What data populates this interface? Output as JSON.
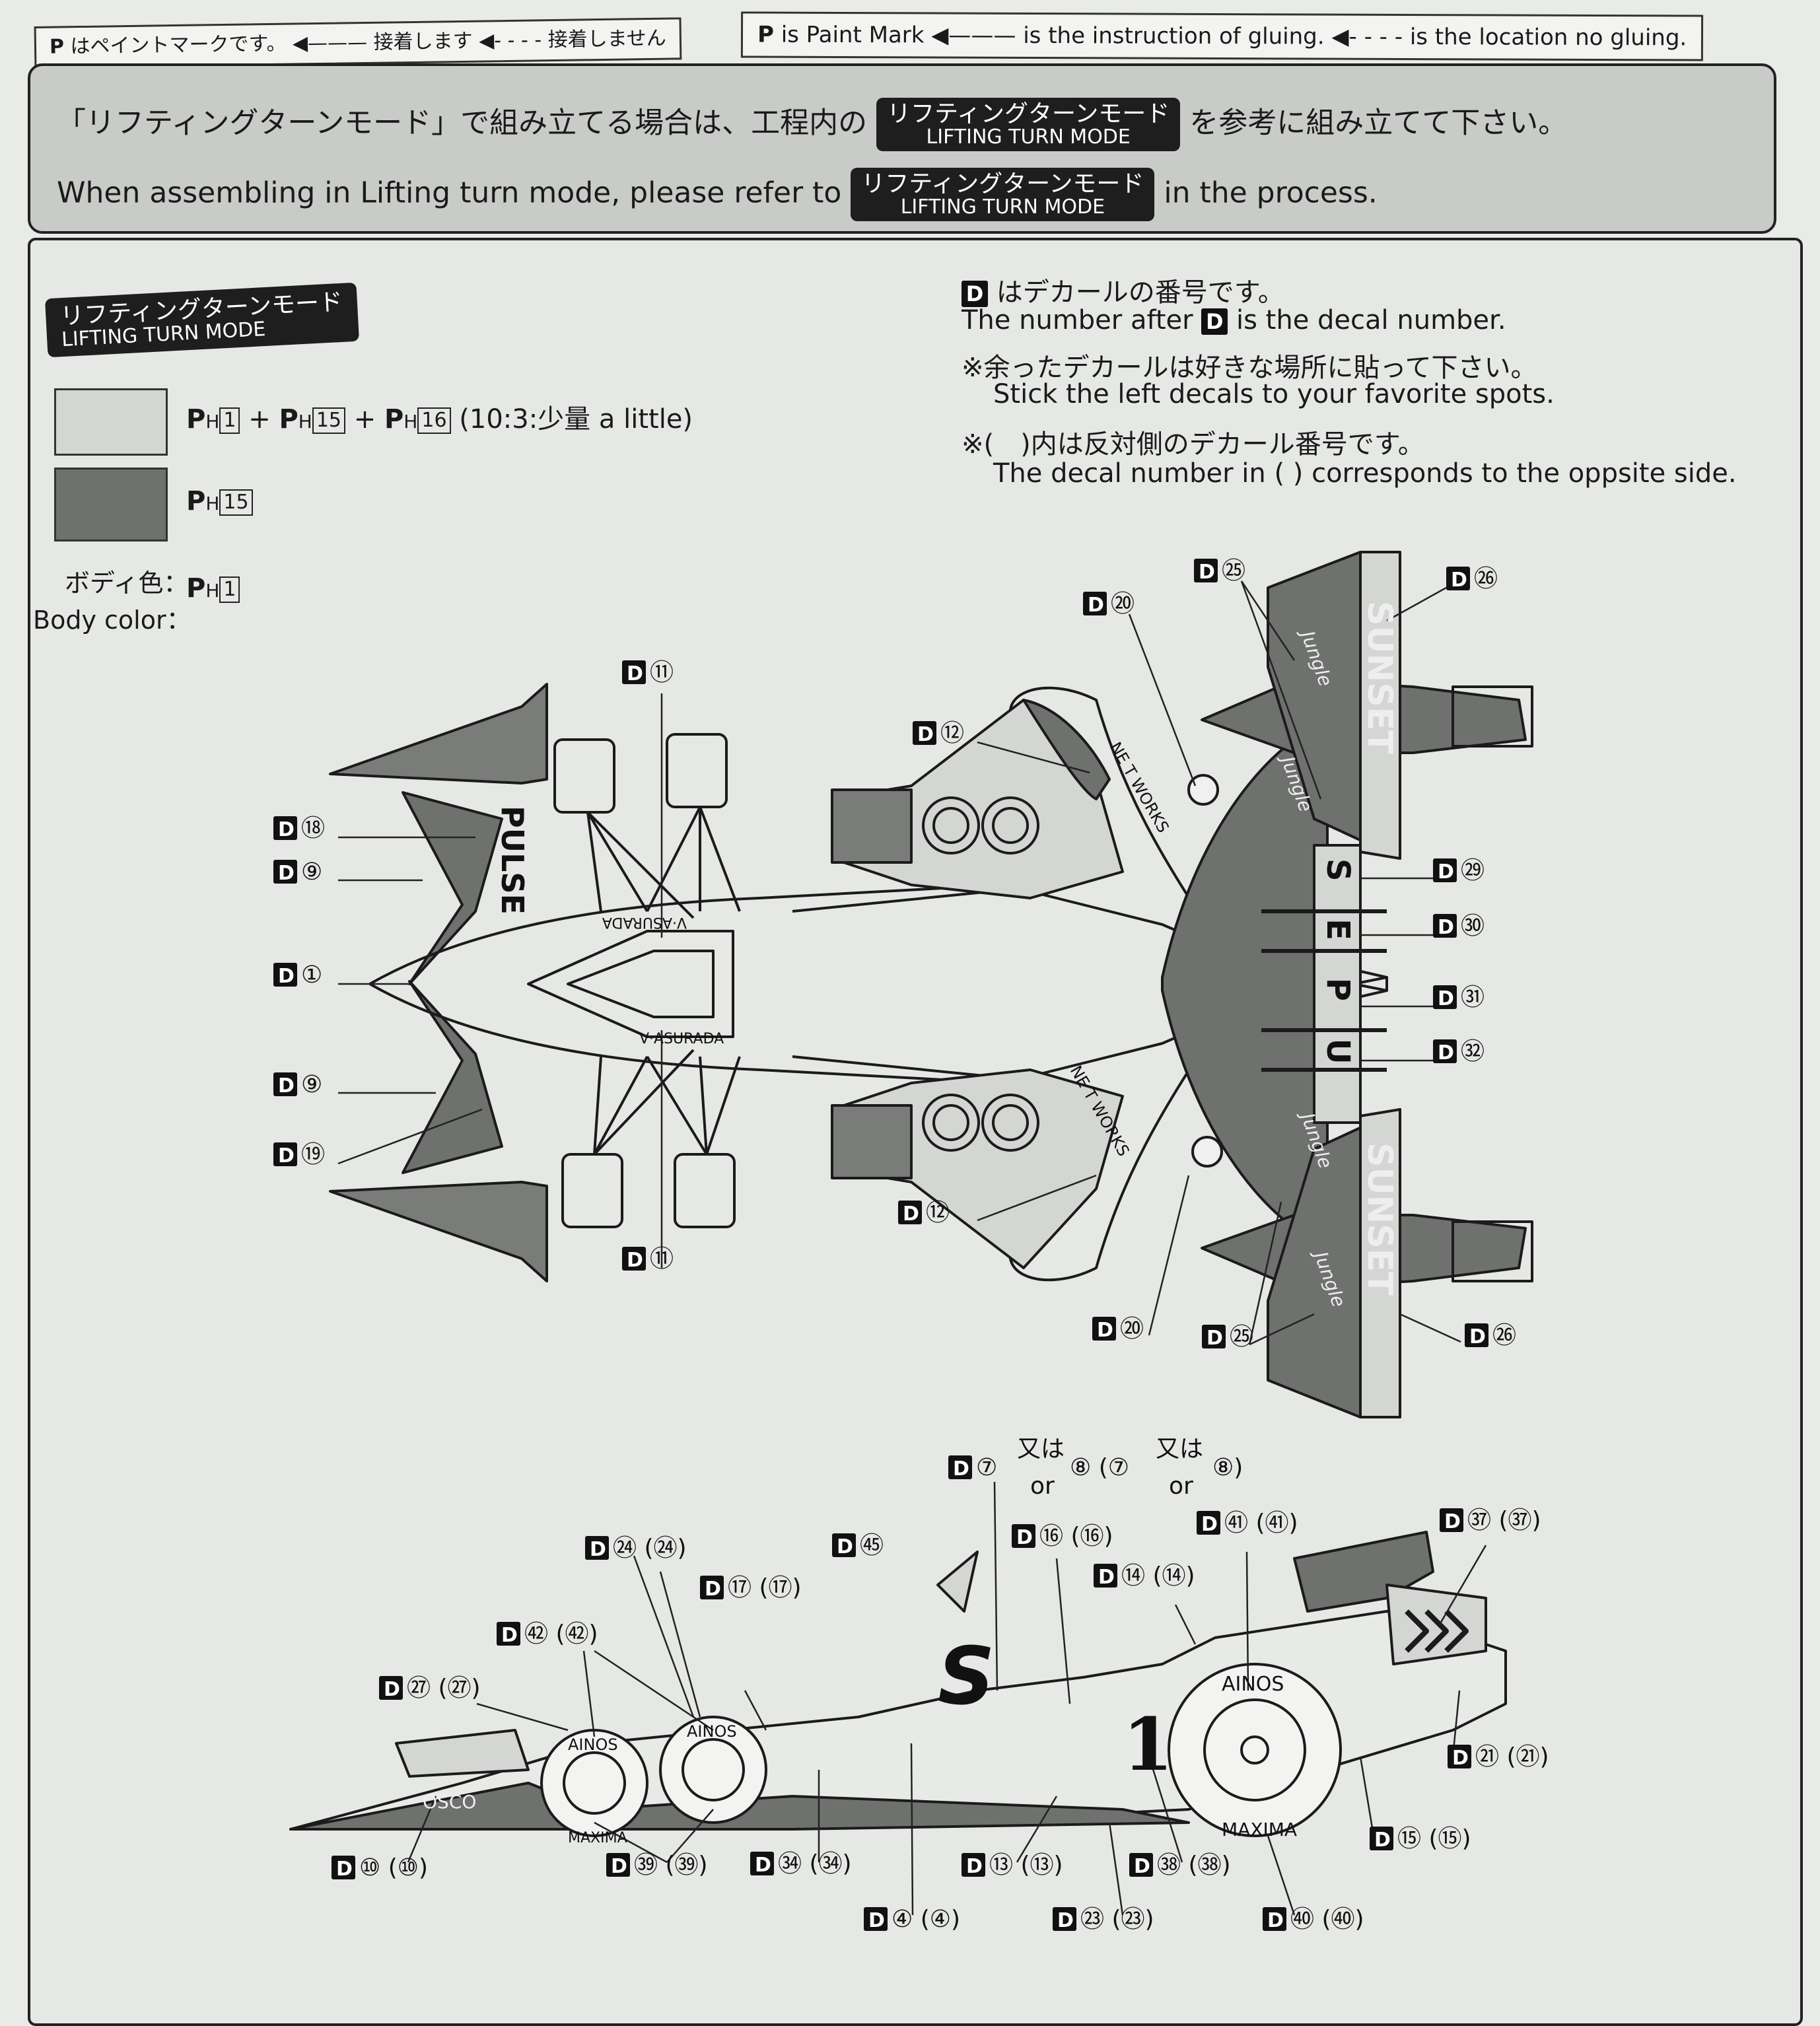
{
  "legend": {
    "jp_paint": "はペイントマークです。",
    "jp_glue": "接着します",
    "jp_noglue": "接着しません",
    "en_paint": "is Paint Mark",
    "en_glue": "is the instruction of gluing.",
    "en_noglue": "is the location no gluing."
  },
  "note": {
    "jp_before": "「リフティングターンモード」で組み立てる場合は、工程内の",
    "jp_after": "を参考に組み立てて下さい。",
    "en_before": "When assembling in Lifting turn mode, please refer to",
    "en_after": "in the process.",
    "tag_jp": "リフティングターンモード",
    "tag_en": "LIFTING TURN MODE"
  },
  "mode_tag": {
    "jp": "リフティングターンモード",
    "en": "LIFTING TURN MODE"
  },
  "paint": {
    "swatch1": {
      "color": "#d4d6d3",
      "p1": "1",
      "p2": "15",
      "p3": "16",
      "ratio": "(10:3:少量 a little)"
    },
    "swatch2": {
      "color": "#6f716f",
      "p1": "15"
    },
    "body_color_jp": "ボディ色：",
    "body_color_en": "Body color：",
    "body_p": "1",
    "ph_prefix": "P",
    "ph_sub": "H"
  },
  "info": {
    "line1": "はデカールの番号です。",
    "line2_before": "The number after",
    "line2_after": "is the decal number.",
    "line3": "※余ったデカールは好きな場所に貼って下さい。",
    "line4": "Stick the left decals to your favorite spots.",
    "line5": "※(　)内は反対側のデカール番号です。",
    "line6": "The decal number in ( ) corresponds to the oppsite side."
  },
  "decal_letter": "D",
  "top_labels": [
    {
      "id": "d11a",
      "text": "⑪"
    },
    {
      "id": "d18",
      "text": "⑱"
    },
    {
      "id": "d9a",
      "text": "⑨"
    },
    {
      "id": "d1",
      "text": "①"
    },
    {
      "id": "d9b",
      "text": "⑨"
    },
    {
      "id": "d19",
      "text": "⑲"
    },
    {
      "id": "d11b",
      "text": "⑪"
    },
    {
      "id": "d12a",
      "text": "⑫"
    },
    {
      "id": "d12b",
      "text": "⑫"
    },
    {
      "id": "d20a",
      "text": "⑳"
    },
    {
      "id": "d25a",
      "text": "㉕"
    },
    {
      "id": "d26a",
      "text": "㉖"
    },
    {
      "id": "d29",
      "text": "㉙"
    },
    {
      "id": "d30",
      "text": "㉚"
    },
    {
      "id": "d31",
      "text": "㉛"
    },
    {
      "id": "d32",
      "text": "㉜"
    },
    {
      "id": "d20b",
      "text": "⑳"
    },
    {
      "id": "d25b",
      "text": "㉕"
    },
    {
      "id": "d26b",
      "text": "㉖"
    }
  ],
  "side_labels": [
    {
      "id": "d7",
      "text": "⑦"
    },
    {
      "id": "d7or",
      "text": "又は"
    },
    {
      "id": "d7or_en",
      "text": "or"
    },
    {
      "id": "d8a",
      "text": "⑧ (⑦"
    },
    {
      "id": "d8or",
      "text": "又は"
    },
    {
      "id": "d8or_en",
      "text": "or"
    },
    {
      "id": "d8b",
      "text": "⑧)"
    },
    {
      "id": "d24",
      "text": "㉔ (㉔)"
    },
    {
      "id": "d45",
      "text": "㊺"
    },
    {
      "id": "d16",
      "text": "⑯ (⑯)"
    },
    {
      "id": "d41",
      "text": "㊶ (㊶)"
    },
    {
      "id": "d37",
      "text": "㊲ (㊲)"
    },
    {
      "id": "d17",
      "text": "⑰ (⑰)"
    },
    {
      "id": "d14",
      "text": "⑭ (⑭)"
    },
    {
      "id": "d42",
      "text": "㊷ (㊷)"
    },
    {
      "id": "d27",
      "text": "㉗ (㉗)"
    },
    {
      "id": "d21",
      "text": "㉑ (㉑)"
    },
    {
      "id": "d15",
      "text": "⑮ (⑮)"
    },
    {
      "id": "d10",
      "text": "⑩ (⑩)"
    },
    {
      "id": "d39",
      "text": "㊴ (㊴)"
    },
    {
      "id": "d34",
      "text": "㉞ (㉞)"
    },
    {
      "id": "d13",
      "text": "⑬ (⑬)"
    },
    {
      "id": "d38",
      "text": "㊳ (㊳)"
    },
    {
      "id": "d4",
      "text": "④ (④)"
    },
    {
      "id": "d23",
      "text": "㉓ (㉓)"
    },
    {
      "id": "d40",
      "text": "㊵ (㊵)"
    }
  ],
  "car_text": {
    "pulse": "PULSE",
    "sunset": "SUNSET",
    "networks": "NE T WORKS",
    "asurada": "V·ASURADA",
    "ainos": "AINOS",
    "maxima": "MAXIMA",
    "osco": "OSCO",
    "number": "1",
    "jungle": "Jungle",
    "s_logo": "S",
    "pulse_vert": "S E P U"
  }
}
